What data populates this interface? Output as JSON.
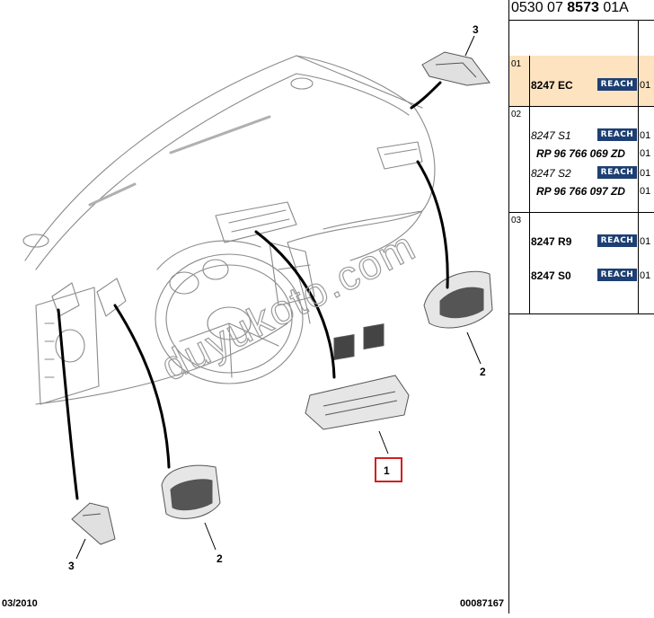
{
  "reference": {
    "prefix": "0530 07 ",
    "main": "8573",
    "suffix": " 01A"
  },
  "diagram": {
    "callouts": [
      "1",
      "2",
      "2",
      "3",
      "3"
    ],
    "watermark": "duyukoto.com",
    "footer_left": "03/2010",
    "footer_right": "00087167"
  },
  "rows": [
    {
      "group": "01",
      "highlight": true,
      "parts": [
        {
          "code": "8247 EC",
          "style": "bold",
          "badge": "REACH",
          "col2": "01"
        }
      ]
    },
    {
      "group": "02",
      "highlight": false,
      "parts": [
        {
          "code": "8247 S1",
          "style": "italic",
          "badge": "REACH",
          "col2": "01"
        },
        {
          "code": "RP 96 766 069 ZD",
          "style": "rp",
          "badge": "",
          "col2": "01"
        },
        {
          "code": "8247 S2",
          "style": "italic",
          "badge": "REACH",
          "col2": "01"
        },
        {
          "code": "RP 96 766 097 ZD",
          "style": "rp",
          "badge": "",
          "col2": "01"
        }
      ]
    },
    {
      "group": "03",
      "highlight": false,
      "parts": [
        {
          "code": "8247 R9",
          "style": "bold",
          "badge": "REACH",
          "col2": "01"
        },
        {
          "code": "8247 S0",
          "style": "bold",
          "badge": "REACH",
          "col2": "01"
        }
      ]
    }
  ],
  "colors": {
    "highlight_row": "#fde3c0",
    "badge_bg": "#1d3f73",
    "callout_box": "#d22020"
  }
}
